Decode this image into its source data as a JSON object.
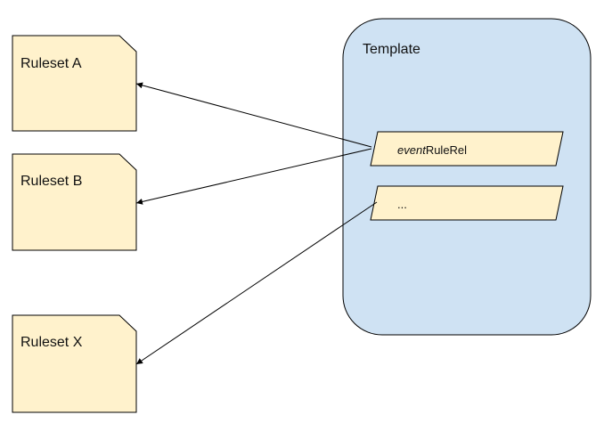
{
  "diagram": {
    "template": {
      "label": "Template"
    },
    "relations": [
      {
        "label_italic": "event",
        "label_rest": "RuleRel"
      },
      {
        "label_italic": "",
        "label_rest": "..."
      }
    ],
    "rulesets": [
      {
        "label": "Ruleset A"
      },
      {
        "label": "Ruleset B"
      },
      {
        "label": "Ruleset X"
      }
    ]
  },
  "colors": {
    "template_fill": "#cfe2f3",
    "note_fill": "#fff2cc",
    "stroke": "#000000"
  }
}
